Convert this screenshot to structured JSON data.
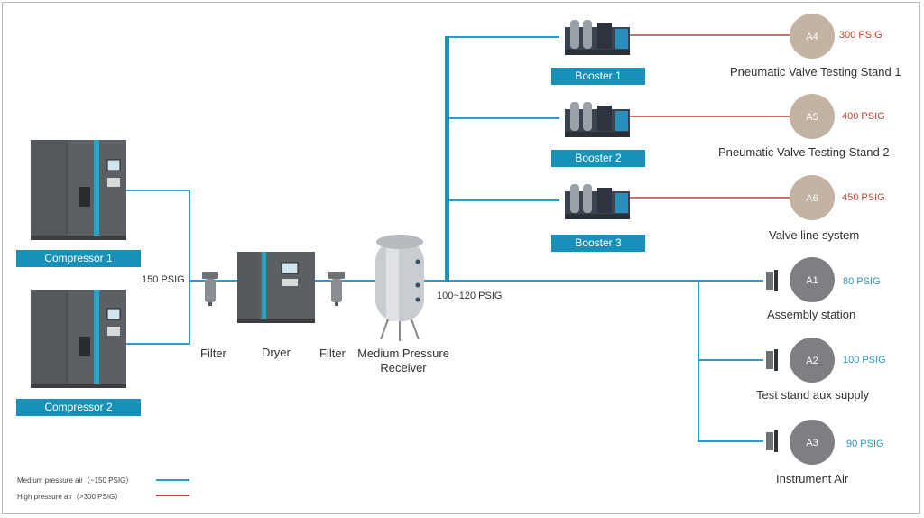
{
  "compressors": [
    {
      "label": "Compressor 1"
    },
    {
      "label": "Compressor 2"
    }
  ],
  "main_line": {
    "pressure": "150 PSIG",
    "filter1": "Filter",
    "dryer": "Dryer",
    "filter2": "Filter",
    "receiver": "Medium Pressure Receiver",
    "header_pressure": "100~120 PSIG"
  },
  "boosters": [
    {
      "label": "Booster 1",
      "tag": "A4",
      "pressure": "300 PSIG",
      "name": "Pneumatic Valve Testing Stand  1"
    },
    {
      "label": "Booster 2",
      "tag": "A5",
      "pressure": "400 PSIG",
      "name": "Pneumatic Valve Testing Stand  2"
    },
    {
      "label": "Booster  3",
      "tag": "A6",
      "pressure": "450 PSIG",
      "name": "Valve line system"
    }
  ],
  "stations": [
    {
      "tag": "A1",
      "pressure": "80 PSIG",
      "name": "Assembly station"
    },
    {
      "tag": "A2",
      "pressure": "100 PSIG",
      "name": "Test stand aux supply"
    },
    {
      "tag": "A3",
      "pressure": "90 PSIG",
      "name": "Instrument Air"
    }
  ],
  "legend": {
    "medium": "Medium pressure air（~150 PSIG）",
    "high": "High pressure air（>300 PSIG）"
  },
  "colors": {
    "medium_line": "#2a9dc8",
    "high_line": "#c0433a",
    "label_bar": "#1891b8",
    "consumer_high": "#c4b2a2",
    "consumer_medium": "#7d7f82"
  }
}
